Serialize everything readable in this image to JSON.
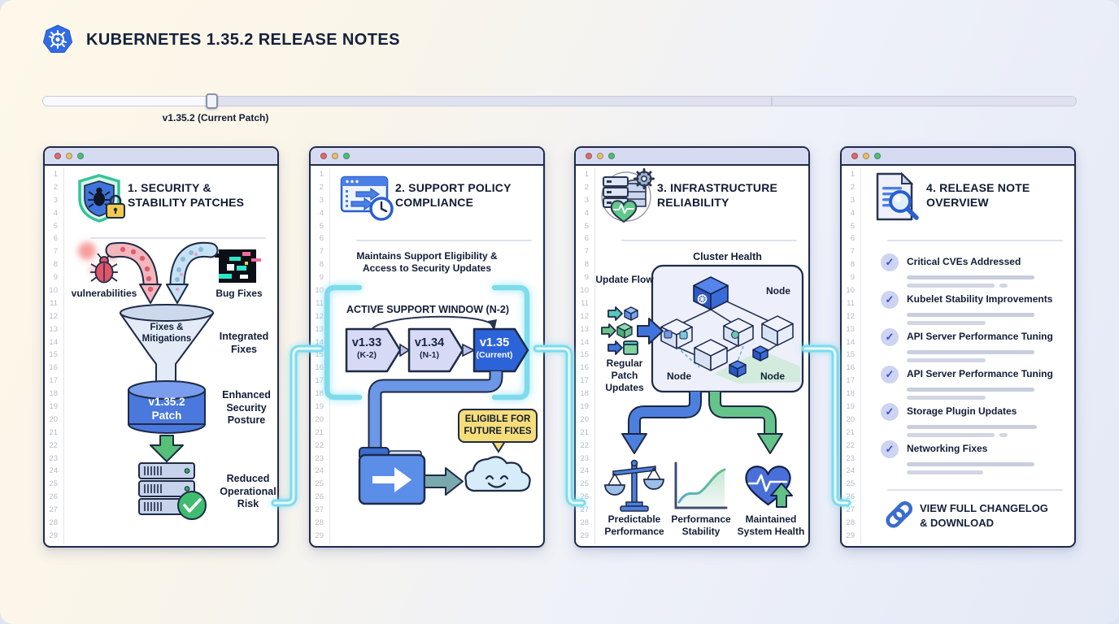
{
  "header": {
    "title": "KUBERNETES 1.35.2 RELEASE NOTES",
    "logo": "kubernetes-helm-logo"
  },
  "slider": {
    "label": "v1.35.2 (Current Patch)"
  },
  "line_count": 29,
  "colors": {
    "brand_blue": "#326ce5",
    "titlebar": "#d6dbf2",
    "cyan_connector": "#7edbec",
    "green": "#57c078",
    "bubble_yellow": "#f7dd78",
    "accent_navy": "#1e2a47"
  },
  "panels": [
    {
      "title": "1. SECURITY & STABILITY PATCHES",
      "vulnerabilities": "vulnerabilities",
      "bug_fixes": "Bug Fixes",
      "funnel": "Fixes & Mitigations",
      "integrated": "Integrated Fixes",
      "patch_top": "v1.35.2",
      "patch_bottom": "Patch",
      "enhanced": "Enhanced Security Posture",
      "reduced": "Reduced Operational Risk"
    },
    {
      "title": "2. SUPPORT POLICY COMPLIANCE",
      "subtitle": "Maintains Support Eligibility & Access to Security Updates",
      "window_title": "ACTIVE SUPPORT WINDOW (N-2)",
      "versions": [
        {
          "version": "v1.33",
          "tag": "(K-2)"
        },
        {
          "version": "v1.34",
          "tag": "(N-1)"
        },
        {
          "version": "v1.35",
          "tag": "(Current)"
        }
      ],
      "bubble": "ELIGIBLE FOR FUTURE FIXES"
    },
    {
      "title": "3. INFRASTRUCTURE RELIABILITY",
      "cluster_title": "Cluster Health",
      "update_flow": "Update Flow",
      "regular_updates": "Regular Patch Updates",
      "nodes": [
        "Node",
        "Node",
        "Node"
      ],
      "outcomes": [
        "Predictable Performance",
        "Performance Stability",
        "Maintained System Health"
      ]
    },
    {
      "title": "4. RELEASE NOTE OVERVIEW",
      "items": [
        "Critical CVEs Addressed",
        "Kubelet Stability Improvements",
        "API Server Performance Tuning",
        "API Server Performance Tuning",
        "Storage Plugin Updates",
        "Networking Fixes"
      ],
      "link_label": "VIEW FULL CHANGELOG & DOWNLOAD"
    }
  ]
}
